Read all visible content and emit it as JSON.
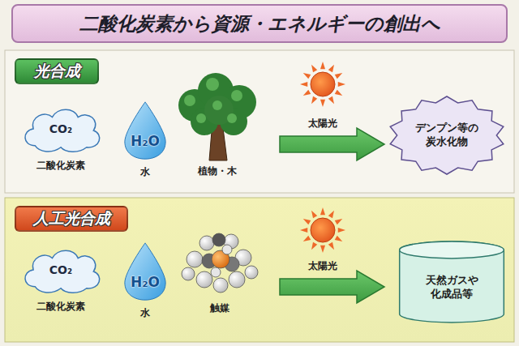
{
  "diagram": {
    "title": "二酸化炭素から資源・エネルギーの創出へ",
    "nodes": [
      {
        "text": [
          "光合成"
        ]
      },
      {
        "text": [
          "CO₂",
          "二酸化炭素"
        ]
      },
      {
        "text": [
          "H₂O",
          "水"
        ]
      },
      {
        "text": [
          "デンプン等の 炭水化物"
        ]
      },
      {
        "text": [
          "人工光合成"
        ]
      },
      {
        "text": [
          "CO₂",
          "二酸化炭素"
        ]
      },
      {
        "text": [
          "H₂O",
          "水"
        ]
      },
      {
        "text": [
          "天然ガスや 化成品等"
        ]
      }
    ],
    "labels": [
      "植物・木",
      "太陽光",
      "触媒",
      "太陽光"
    ]
  }
}
